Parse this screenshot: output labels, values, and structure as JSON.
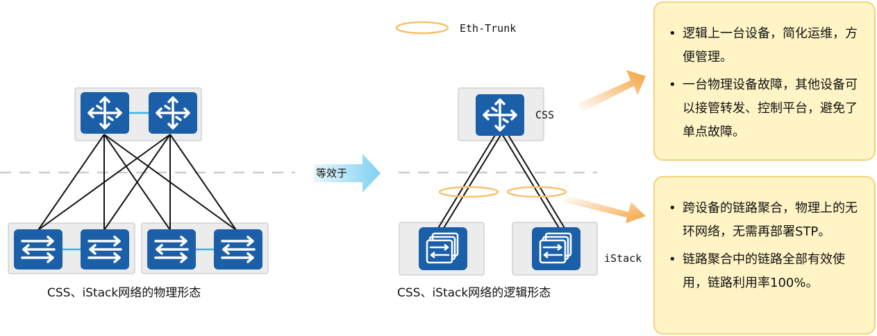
{
  "legend": {
    "label": "Eth-Trunk"
  },
  "left": {
    "caption": "CSS、iStack网络的物理形态"
  },
  "middle": {
    "equals_label": "等效于"
  },
  "right": {
    "caption": "CSS、iStack网络的逻辑形态",
    "css_label": "CSS",
    "istack_label": "iStack"
  },
  "notes": {
    "top": [
      "逻辑上一台设备，简化运维，方便管理。",
      "一台物理设备故障，其他设备可以接管转发、控制平台，避免了单点故障。"
    ],
    "bottom": [
      "跨设备的链路聚合，物理上的无环网络，无需再部署STP。",
      "链路聚合中的链路全部有效使用，链路利用率100%。"
    ]
  },
  "colors": {
    "device_blue": "#1b5fa8",
    "group_bg": "#ececec",
    "stack_link": "#33b6e0",
    "trunk_ring": "#f5c26b",
    "note_bg": "#fff4c5",
    "arrow_orange": "#f4a23c",
    "arrow_blue": "#9fdcf5"
  },
  "icons": [
    "router-icon",
    "switch-icon",
    "stacked-switch-icon"
  ]
}
